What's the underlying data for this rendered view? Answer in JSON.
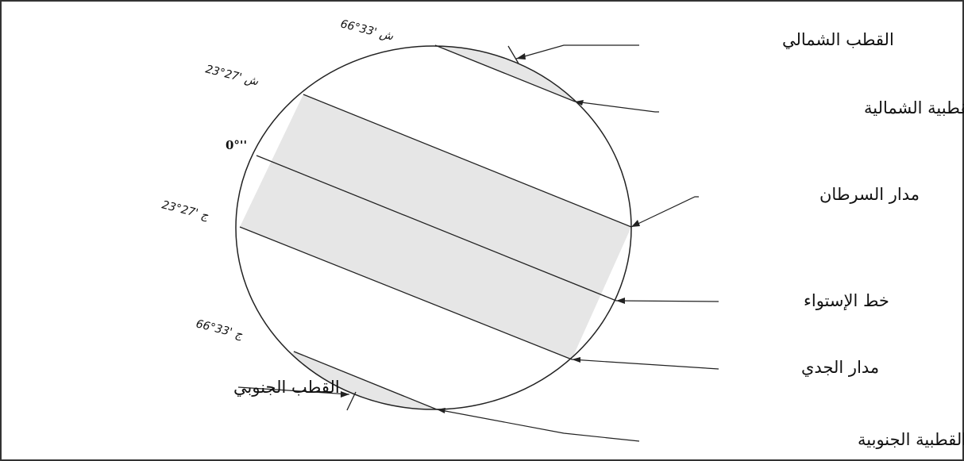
{
  "labels": {
    "north_pole": "القطب الشمالي",
    "arctic_circle": "الدائرة القطبية الشمالية",
    "tropic_cancer": "مدار السرطان",
    "equator": "خط الإستواء",
    "tropic_capricorn": "مدار الجدي",
    "south_pole": "القطب الجنوبي",
    "antarctic_circle": "الدائرة القطبية الجنوبية"
  },
  "latitudes": {
    "arctic_north": "66°33' ش",
    "tropic_north": "23°27' ش",
    "equator": "0°''",
    "tropic_south": "23°27' ج",
    "arctic_south": "66°33' ج"
  },
  "colors": {
    "shade": "#e6e6e6",
    "line": "#222222"
  }
}
